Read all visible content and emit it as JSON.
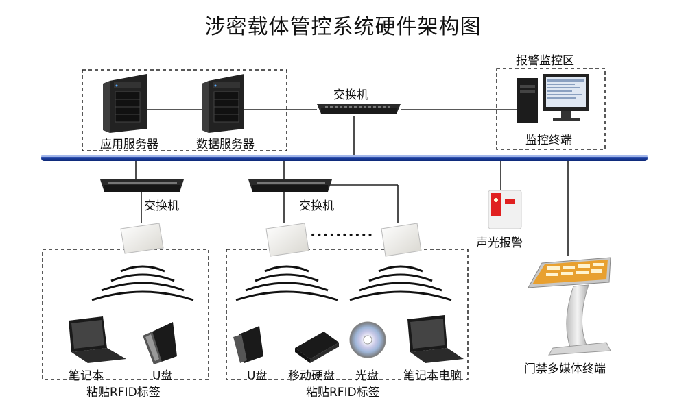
{
  "title": "涉密载体管控系统硬件架构图",
  "labels": {
    "app_server": "应用服务器",
    "data_server": "数据服务器",
    "core_switch": "交换机",
    "alarm_zone": "报警监控区",
    "monitor_terminal": "监控终端",
    "switch_left": "交换机",
    "switch_mid": "交换机",
    "sound_light_alarm": "声光报警",
    "left_laptop": "笔记本",
    "left_usb": "U盘",
    "left_zone_caption": "粘贴RFID标签",
    "mid_usb": "U盘",
    "mid_hdd": "移动硬盘",
    "mid_disc": "光盘",
    "mid_laptop": "笔记本电脑",
    "mid_zone_caption": "粘贴RFID标签",
    "kiosk": "门禁多媒体终端",
    "ellipsis": "••••••••••"
  },
  "colors": {
    "backbone": "#1d3fa0",
    "device_dark": "#1c1c1c",
    "reader": "#ecebe6",
    "alarm_red": "#e02020",
    "kiosk_screen": "#e8a030"
  }
}
